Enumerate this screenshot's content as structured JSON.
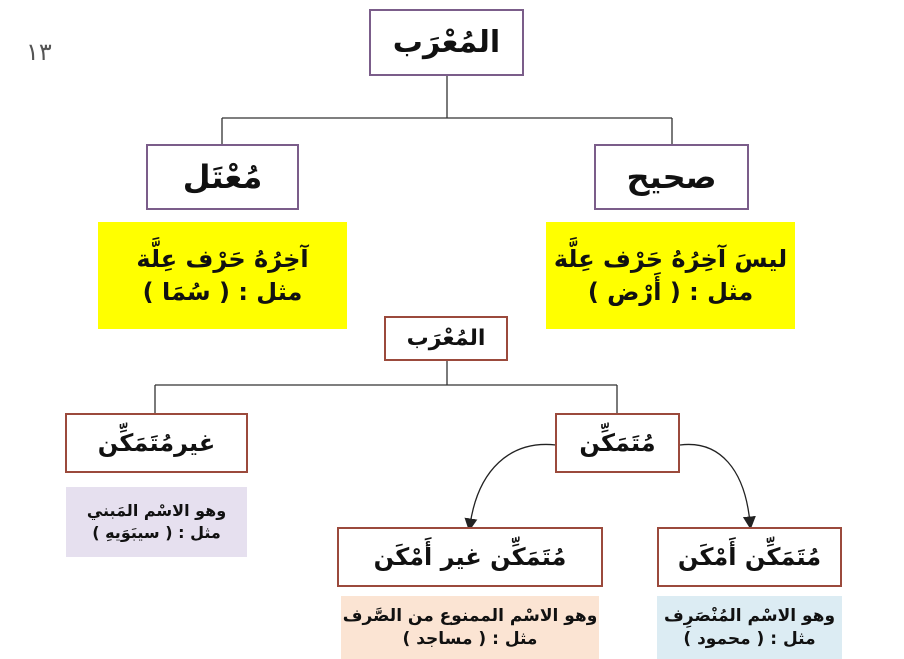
{
  "page_number": "١٣",
  "top": {
    "root": "المُعْرَب",
    "sahih": "صحيح",
    "mutal": "مُعْتَل",
    "sahih_note": {
      "line1": "ليسَ آخِرُهُ حَرْف عِلَّة",
      "line2": "مثل : ( أَرْض )"
    },
    "mutal_note": {
      "line1": "آخِرُهُ حَرْف عِلَّة",
      "line2": "مثل : ( سُمَا )"
    }
  },
  "bottom": {
    "root": "المُعْرَب",
    "mutamakkin": "مُتَمَكِّن",
    "ghayr_mutamakkin": "غيرمُتَمَكِّن",
    "ghayr_mutamakkin_note": {
      "line1": "وهو الاسْم المَبني",
      "line2": "مثل : ( سيبَوَيهِ )"
    },
    "amkan": "مُتَمَكِّن أَمْكَن",
    "ghayr_amkan": "مُتَمَكِّن  غير  أَمْكَن",
    "amkan_note": {
      "line1": "وهو الاسْم المُنْصَرِف",
      "line2": "مثل : ( محمود )"
    },
    "ghayr_amkan_note": {
      "line1": "وهو الاسْم الممنوع من الصَّرف",
      "line2": "مثل : ( مساجد )"
    }
  },
  "colors": {
    "yellow": "#ffff00",
    "lavender": "#e6e0ef",
    "peach": "#fbe4d3",
    "light_blue": "#dcecf3",
    "purple_border": "#7b5d8a",
    "brown_border": "#9b4a3c"
  }
}
